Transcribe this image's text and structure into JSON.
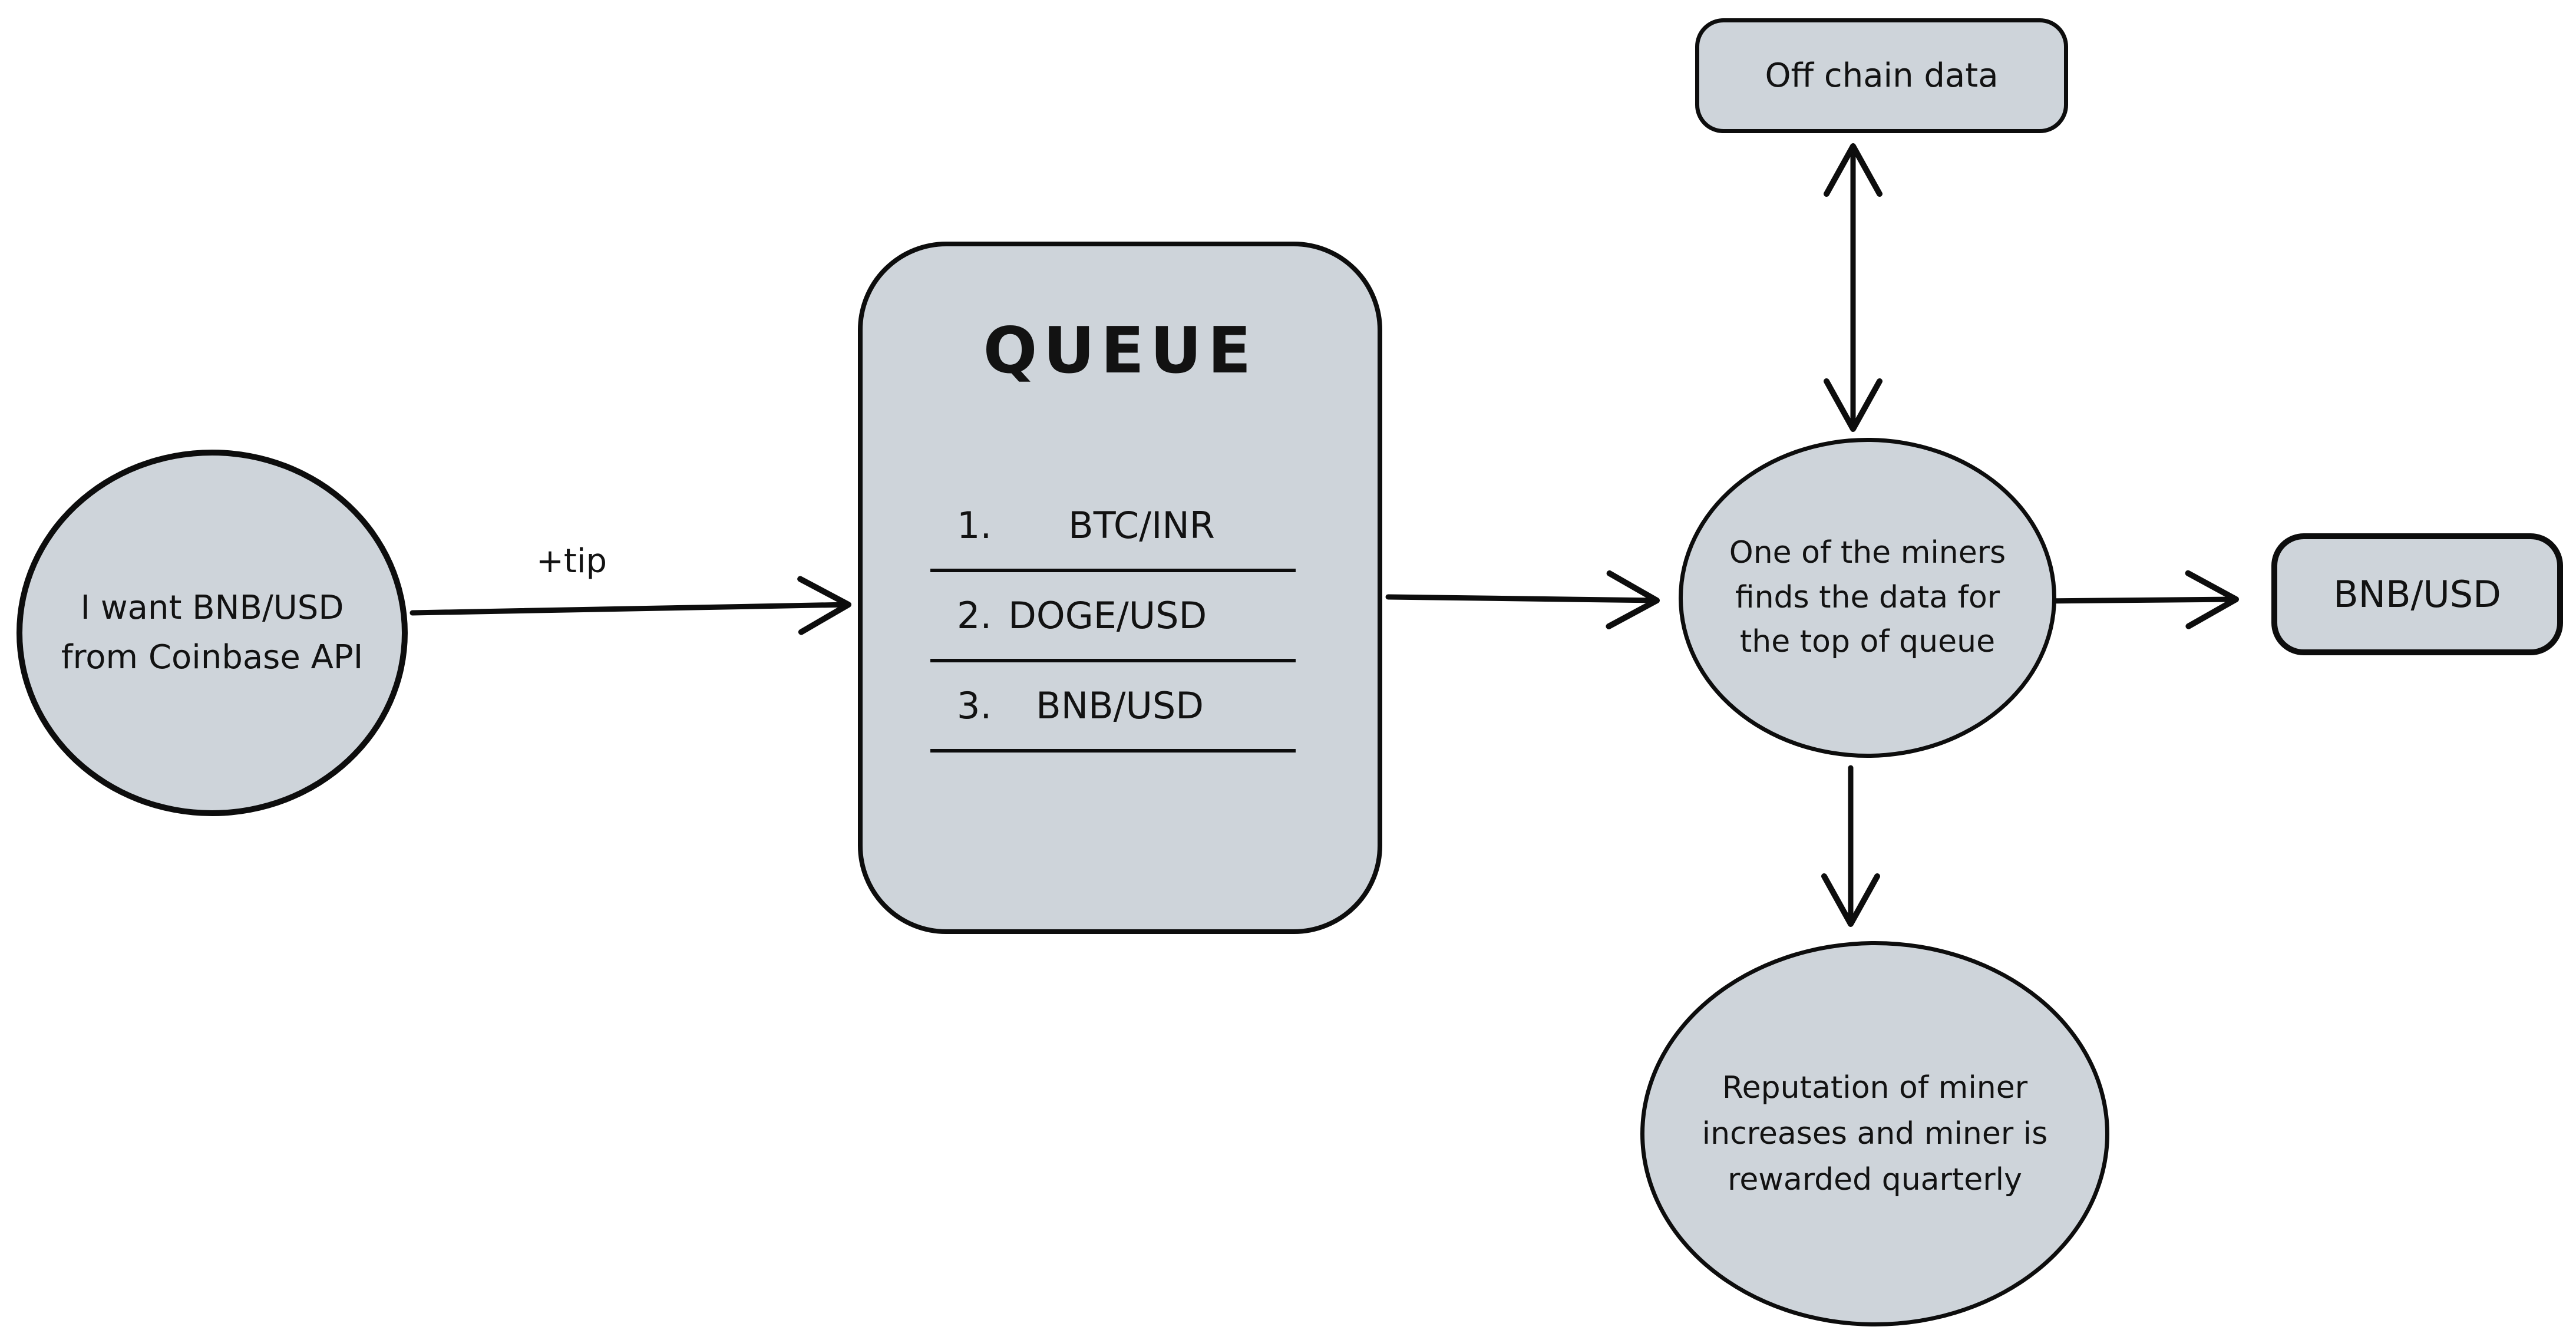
{
  "diagram": {
    "background_color": "#ffffff",
    "shape_fill_color": "#ced4da",
    "stroke_color": "#0d0d0d",
    "nodes": {
      "request": {
        "shape": "circle",
        "lines": [
          "I want BNB/USD",
          "from Coinbase API"
        ]
      },
      "queue": {
        "shape": "rounded-rectangle",
        "title": "QUEUE",
        "items": [
          {
            "num": "1.",
            "label": "BTC/INR"
          },
          {
            "num": "2.",
            "label": "DOGE/USD"
          },
          {
            "num": "3.",
            "label": "BNB/USD"
          }
        ]
      },
      "offchain": {
        "shape": "rounded-rectangle",
        "label": "Off chain data"
      },
      "miner": {
        "shape": "circle",
        "lines": [
          "One of the miners",
          "finds the data for",
          "the top of queue"
        ]
      },
      "result": {
        "shape": "rounded-rectangle",
        "label": "BNB/USD"
      },
      "reputation": {
        "shape": "ellipse",
        "lines": [
          "Reputation of miner",
          "increases and miner is",
          "rewarded quarterly"
        ]
      }
    },
    "edges": {
      "request_to_queue_label": "+tip"
    }
  }
}
